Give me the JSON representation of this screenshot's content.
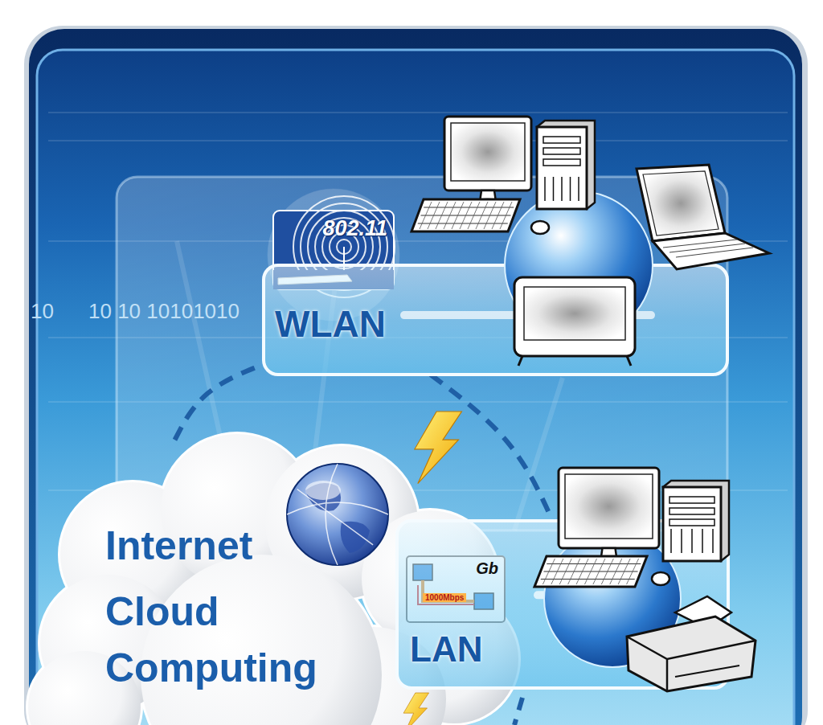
{
  "diagram": {
    "nodes": [
      {
        "text": [
          "WLAN"
        ]
      },
      {
        "text": [
          "802.11"
        ],
        "in": 0
      },
      {
        "text": [
          "Internet",
          "Cloud Computing"
        ]
      },
      {
        "text": [
          "LAN"
        ]
      },
      {
        "text": [
          "Gb",
          "1000Mbps"
        ],
        "in": 3
      }
    ],
    "edges": [
      {
        "from": 2,
        "to": 0,
        "arrow": "none"
      },
      {
        "from": 0,
        "to": 3,
        "arrow": "none"
      }
    ],
    "labels": [
      "10",
      "10 10 10101010"
    ]
  }
}
